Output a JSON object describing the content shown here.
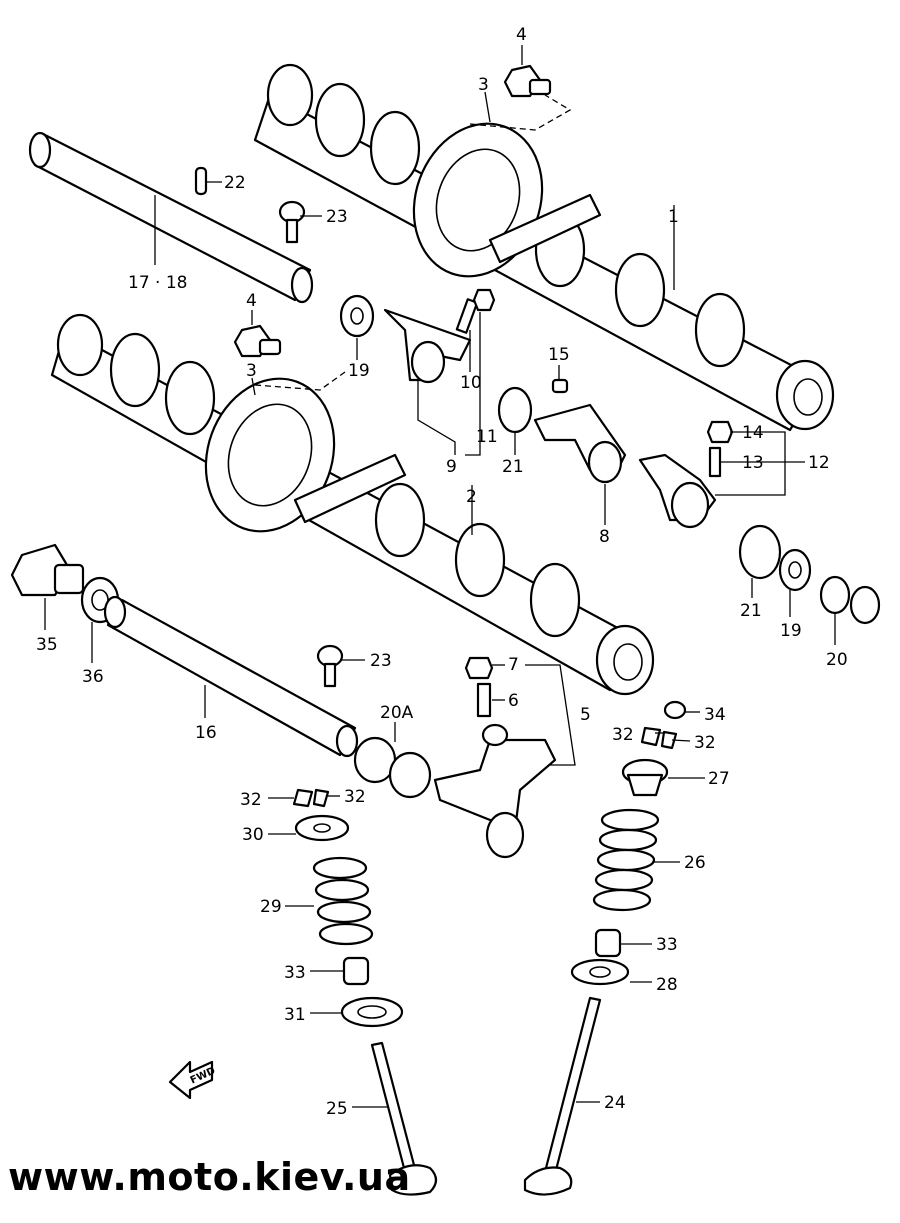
{
  "callouts": {
    "c1": "1",
    "c2": "2",
    "c3a": "3",
    "c3b": "3",
    "c4a": "4",
    "c4b": "4",
    "c5": "5",
    "c6": "6",
    "c7": "7",
    "c8": "8",
    "c9": "9",
    "c10": "10",
    "c11": "11",
    "c12": "12",
    "c13": "13",
    "c14": "14",
    "c15": "15",
    "c16": "16",
    "c17": "17 · 18",
    "c19a": "19",
    "c19b": "19",
    "c20": "20",
    "c20a": "20A",
    "c21a": "21",
    "c21b": "21",
    "c22": "22",
    "c23a": "23",
    "c23b": "23",
    "c24": "24",
    "c25": "25",
    "c26": "26",
    "c27": "27",
    "c28": "28",
    "c29": "29",
    "c30": "30",
    "c31": "31",
    "c32a": "32",
    "c32b": "32",
    "c32c": "32",
    "c32d": "32",
    "c33a": "33",
    "c33b": "33",
    "c34": "34",
    "c35": "35",
    "c36": "36"
  },
  "fwd_label": "FWD",
  "watermark": "www.moto.kiev.ua"
}
